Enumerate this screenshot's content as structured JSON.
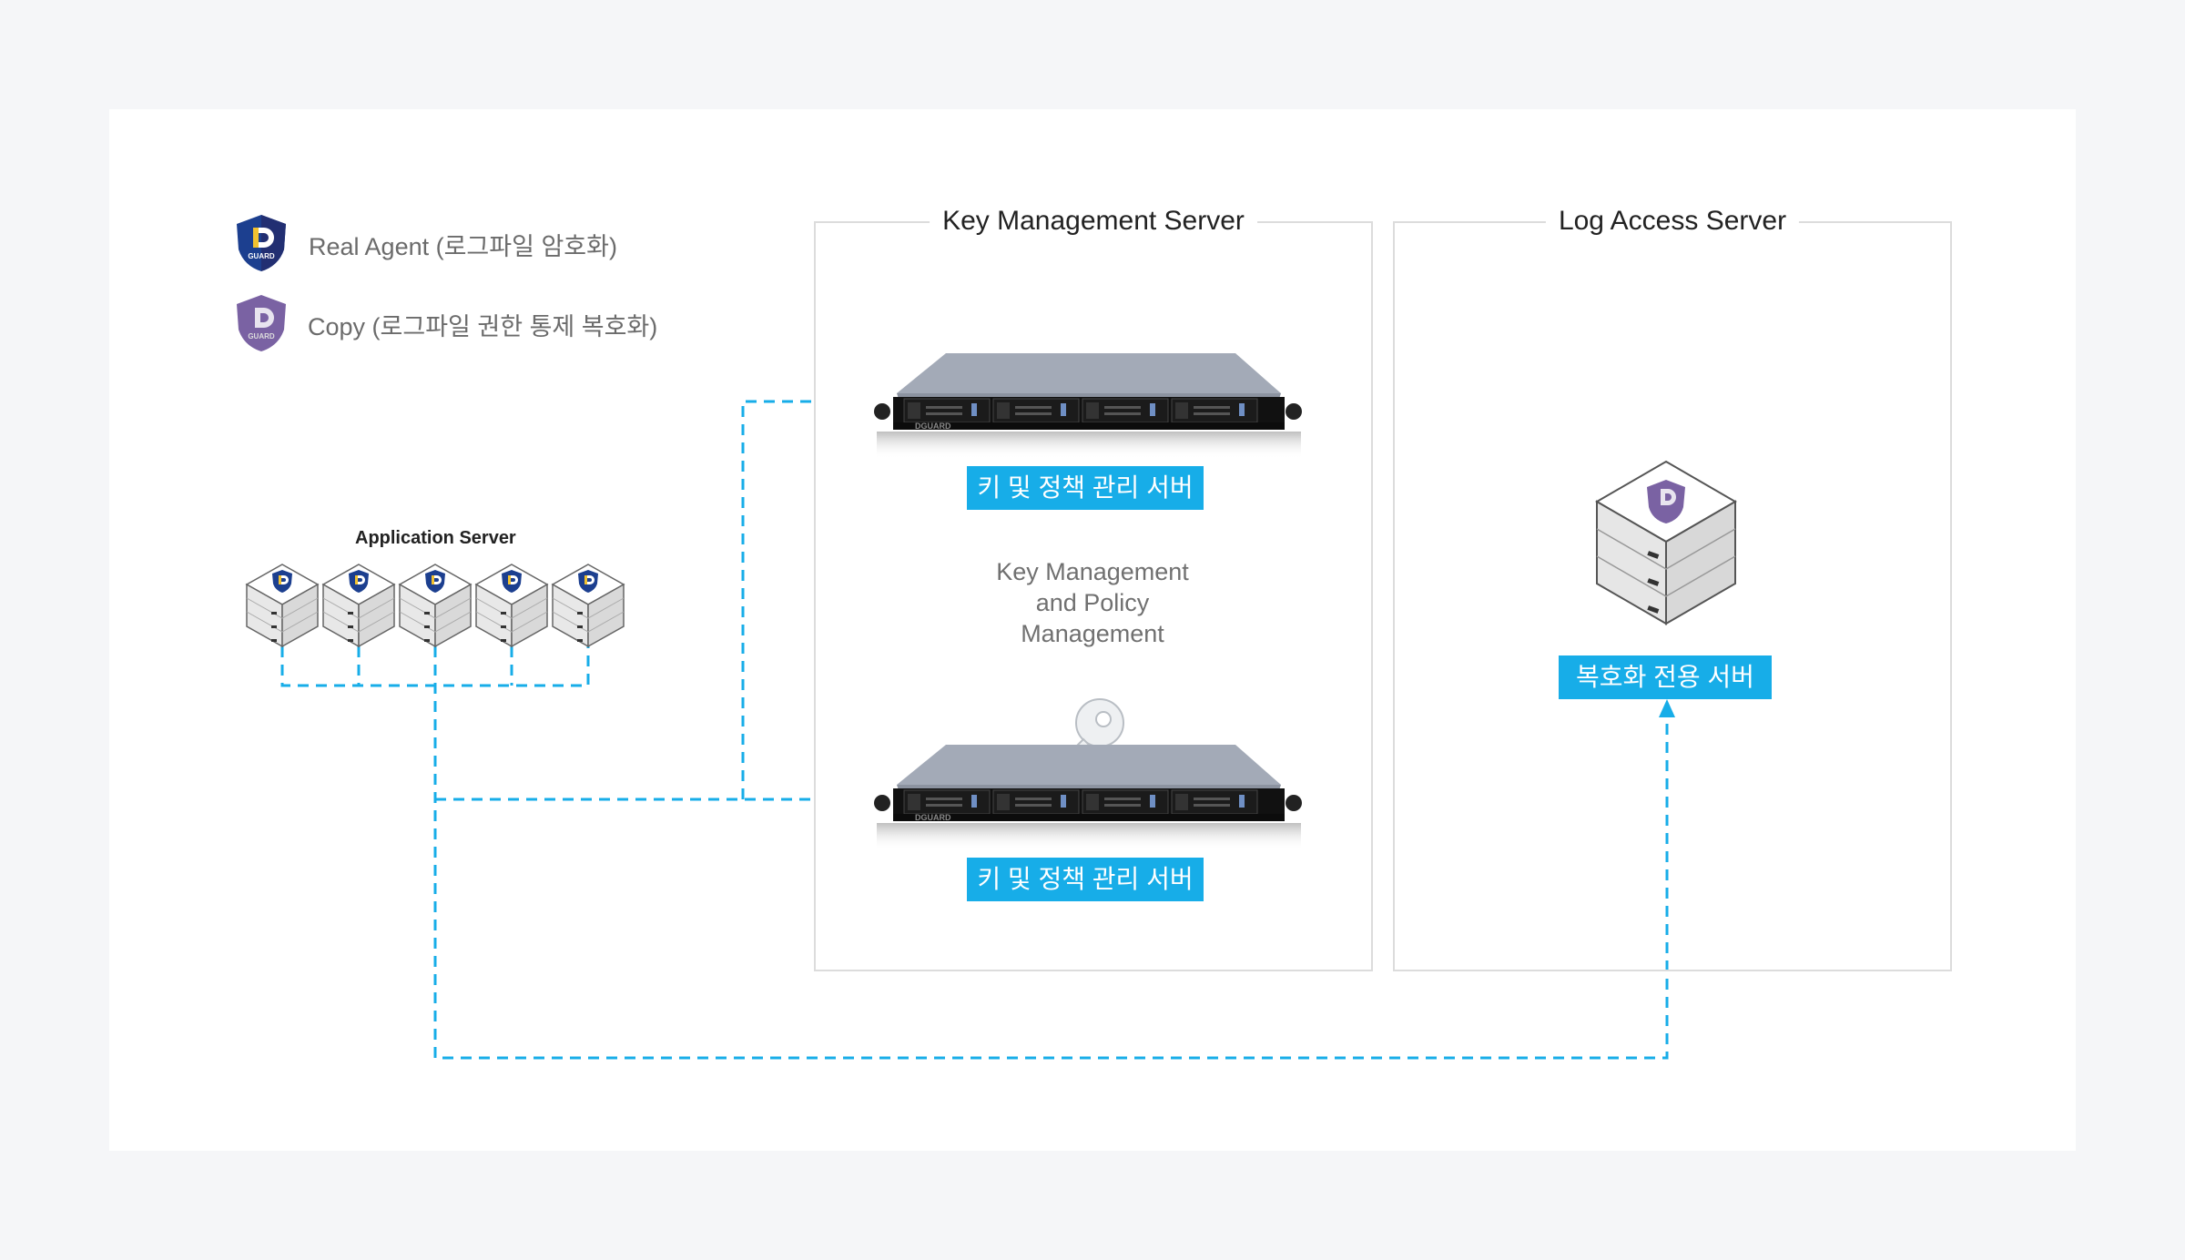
{
  "legend": [
    {
      "icon": "dguard-shield-blue",
      "label": "Real Agent (로그파일 암호화)"
    },
    {
      "icon": "dguard-shield-purple",
      "label": "Copy (로그파일 권한 통제 복호화)"
    }
  ],
  "shield_brand": {
    "letter": "D",
    "text": "GUARD"
  },
  "application_server": {
    "title": "Application Server",
    "node_count": 5
  },
  "key_management_server": {
    "title": "Key Management Server",
    "servers": [
      {
        "label": "키 및 정책 관리 서버",
        "brand": "DGUARD"
      },
      {
        "label": "키 및 정책 관리 서버",
        "brand": "DGUARD"
      }
    ],
    "description": [
      "Key Management",
      "and Policy",
      "Management"
    ]
  },
  "log_access_server": {
    "title": "Log Access Server",
    "server_label": "복호화 전용 서버"
  },
  "colors": {
    "connector": "#17ade8",
    "label_bg": "#17ade8",
    "shield_blue": "#1c3f8f",
    "shield_purple": "#7a62a3",
    "box_border": "#dcdcdc",
    "page_bg": "#f5f6f8"
  }
}
